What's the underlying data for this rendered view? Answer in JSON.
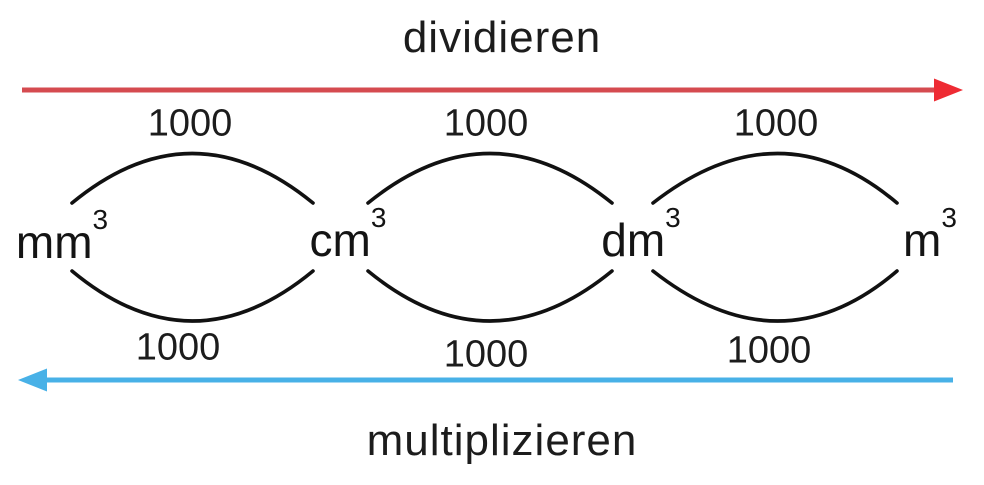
{
  "diagram": {
    "top_label": "dividieren",
    "bottom_label": "multiplizieren",
    "units": [
      {
        "base": "mm",
        "exp": "3"
      },
      {
        "base": "cm",
        "exp": "3"
      },
      {
        "base": "dm",
        "exp": "3"
      },
      {
        "base": "m",
        "exp": "3"
      }
    ],
    "factors_top": [
      "1000",
      "1000",
      "1000"
    ],
    "factors_bottom": [
      "1000",
      "1000",
      "1000"
    ],
    "colors": {
      "red_line": "#d54b50",
      "red_head": "#ee2b33",
      "blue_line": "#48b1e7",
      "blue_head": "#48b1e7",
      "arc": "#111111"
    }
  }
}
